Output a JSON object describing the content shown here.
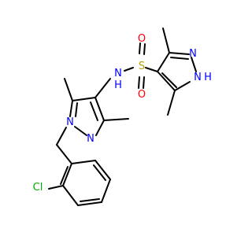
{
  "colors": {
    "carbon_bond": "#000000",
    "nitrogen": "#0000ff",
    "oxygen": "#ff0000",
    "sulfur": "#b8a000",
    "chlorine": "#00b000",
    "background": "#ffffff"
  },
  "atoms": {
    "nh_amide": {
      "text": "N",
      "sub": "H",
      "color_key": "nitrogen"
    },
    "o_top": {
      "text": "O",
      "color_key": "oxygen"
    },
    "o_bottom": {
      "text": "O",
      "color_key": "oxygen"
    },
    "s": {
      "text": "S",
      "color_key": "sulfur"
    },
    "n_right_upper": {
      "text": "N",
      "color_key": "nitrogen"
    },
    "nh_right_lower": {
      "text": "N",
      "sub": "H",
      "color_key": "nitrogen"
    },
    "n_left_upper": {
      "text": "N",
      "color_key": "nitrogen"
    },
    "n_left_lower": {
      "text": "N",
      "color_key": "nitrogen"
    },
    "cl": {
      "text": "Cl",
      "color_key": "chlorine"
    }
  }
}
